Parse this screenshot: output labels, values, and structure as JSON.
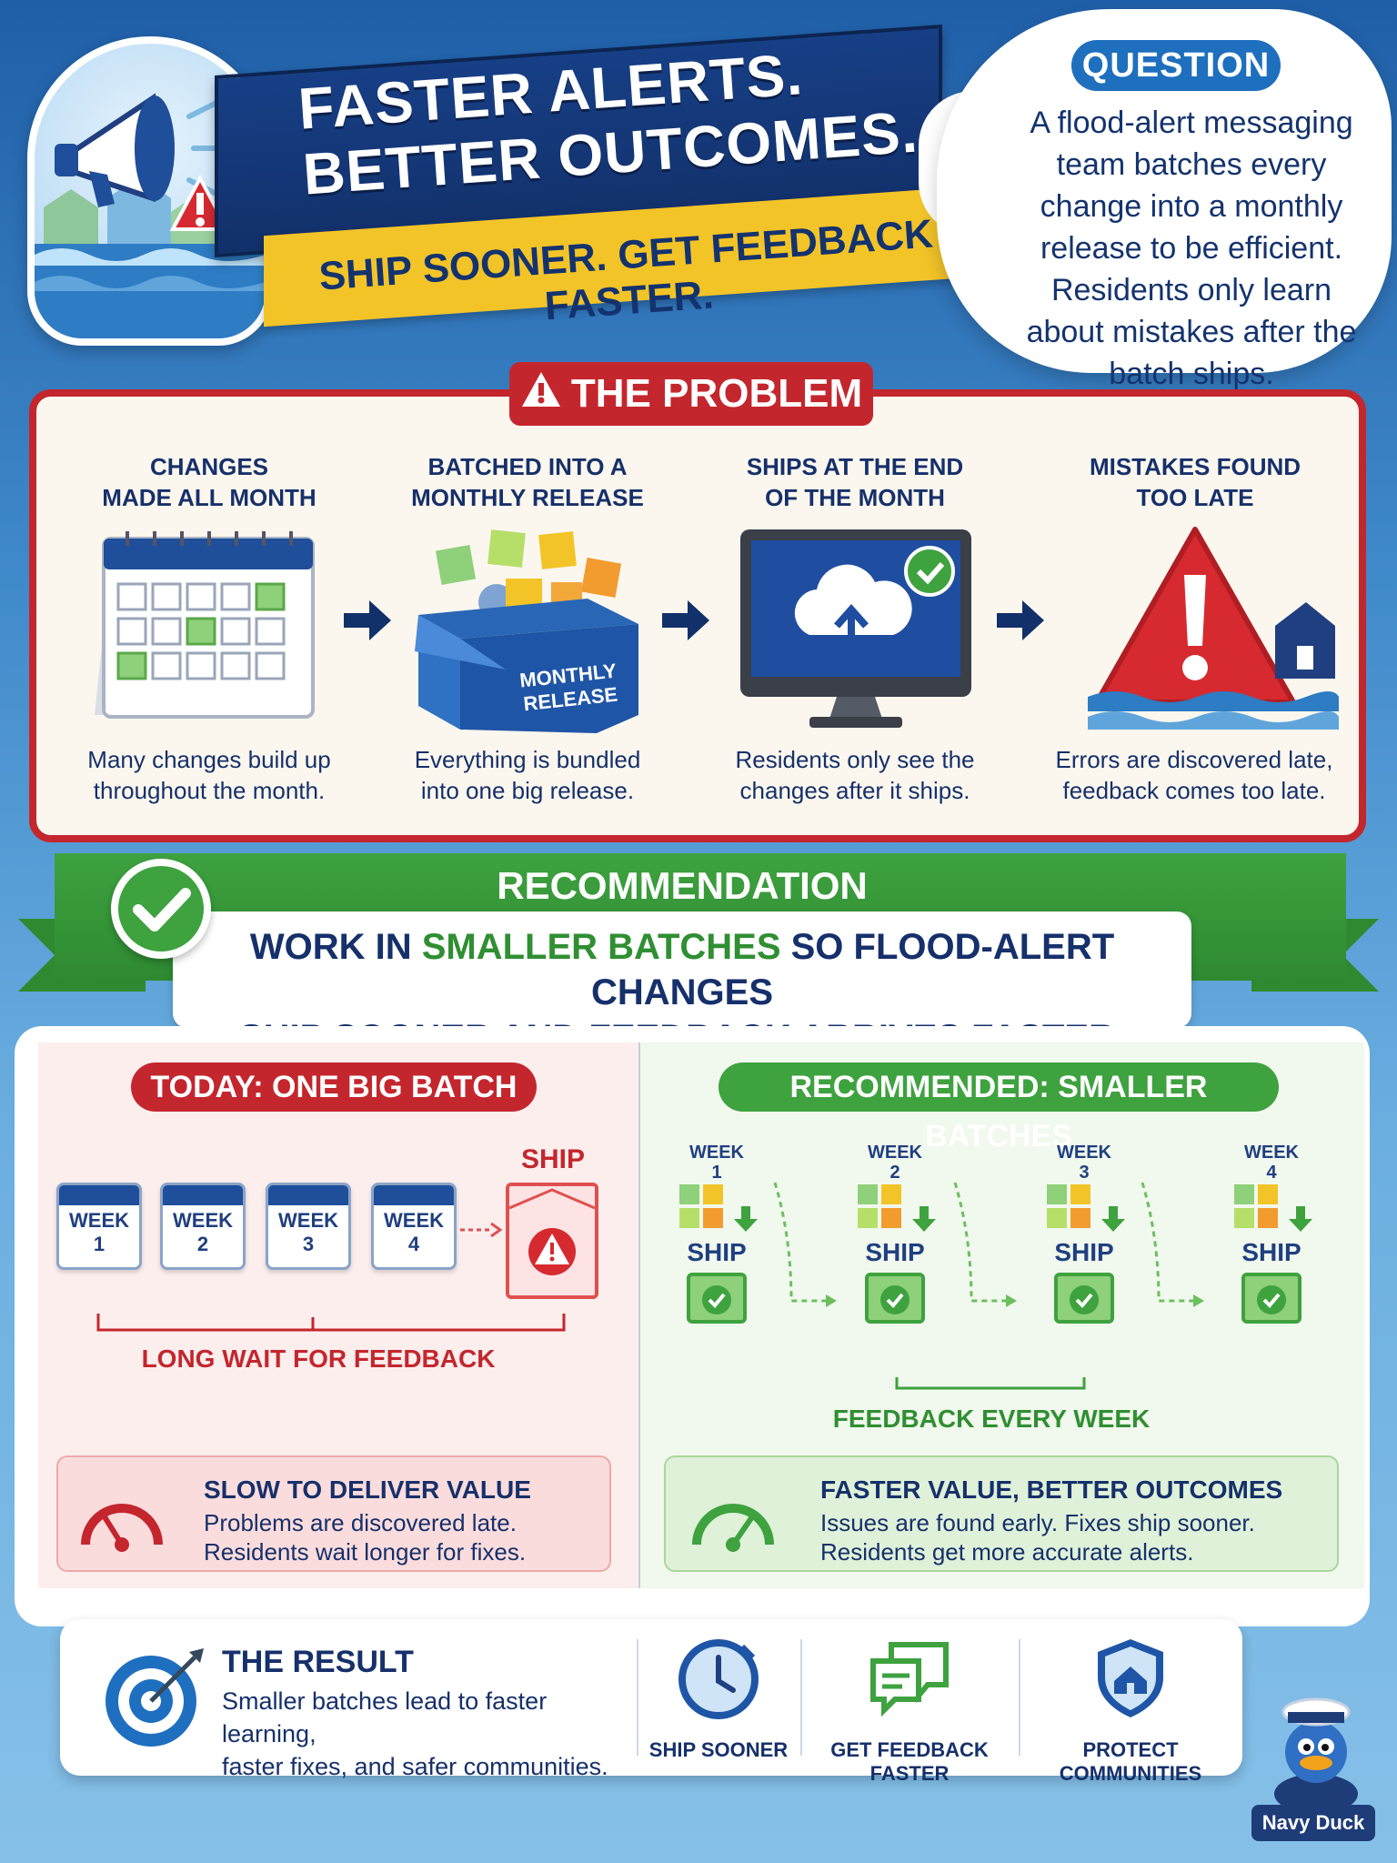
{
  "header": {
    "title_line1": "FASTER ALERTS.",
    "title_line2": "BETTER OUTCOMES.",
    "tagline": "SHIP SOONER. GET FEEDBACK FASTER."
  },
  "question": {
    "label": "QUESTION",
    "text": "A flood-alert messaging team batches every change into a monthly release to be efficient. Residents only learn about mistakes after the batch ships."
  },
  "problem": {
    "label": "THE PROBLEM",
    "steps": [
      {
        "title_line1": "CHANGES",
        "title_line2": "MADE ALL MONTH",
        "desc_line1": "Many changes build up",
        "desc_line2": "throughout the month."
      },
      {
        "title_line1": "BATCHED INTO A",
        "title_line2": "MONTHLY RELEASE",
        "desc_line1": "Everything is bundled",
        "desc_line2": "into one big release.",
        "box_label_line1": "MONTHLY",
        "box_label_line2": "RELEASE"
      },
      {
        "title_line1": "SHIPS AT THE END",
        "title_line2": "OF THE MONTH",
        "desc_line1": "Residents only see the",
        "desc_line2": "changes after it ships."
      },
      {
        "title_line1": "MISTAKES FOUND",
        "title_line2": "TOO LATE",
        "desc_line1": "Errors are discovered late,",
        "desc_line2": "feedback comes too late."
      }
    ]
  },
  "recommendation": {
    "label": "RECOMMENDATION",
    "text_pre": "WORK IN ",
    "text_highlight": "SMALLER BATCHES",
    "text_post": " SO FLOOD-ALERT CHANGES",
    "text_line2": "SHIP SOONER AND FEEDBACK ARRIVES FASTER."
  },
  "today": {
    "label": "TODAY: ONE BIG BATCH",
    "weeks": [
      {
        "line1": "WEEK",
        "line2": "1"
      },
      {
        "line1": "WEEK",
        "line2": "2"
      },
      {
        "line1": "WEEK",
        "line2": "3"
      },
      {
        "line1": "WEEK",
        "line2": "4"
      }
    ],
    "ship_label": "SHIP",
    "wait_label": "LONG WAIT FOR FEEDBACK",
    "info_title": "SLOW TO DELIVER VALUE",
    "info_line1": "Problems are discovered late.",
    "info_line2": "Residents wait longer for fixes."
  },
  "recommended": {
    "label": "RECOMMENDED: SMALLER BATCHES",
    "weeks": [
      {
        "line1": "WEEK",
        "line2": "1",
        "ship": "SHIP"
      },
      {
        "line1": "WEEK",
        "line2": "2",
        "ship": "SHIP"
      },
      {
        "line1": "WEEK",
        "line2": "3",
        "ship": "SHIP"
      },
      {
        "line1": "WEEK",
        "line2": "4",
        "ship": "SHIP"
      }
    ],
    "feedback_label": "FEEDBACK EVERY WEEK",
    "info_title": "FASTER VALUE, BETTER OUTCOMES",
    "info_line1": "Issues are found early. Fixes ship sooner.",
    "info_line2": "Residents get more accurate alerts."
  },
  "result": {
    "title": "THE RESULT",
    "text_line1": "Smaller batches lead to faster learning,",
    "text_line2": "faster fixes, and safer communities.",
    "items": [
      "SHIP SOONER",
      "GET FEEDBACK FASTER",
      "PROTECT COMMUNITIES"
    ]
  },
  "mascot": {
    "label": "Navy Duck"
  },
  "colors": {
    "navy": "#16306b",
    "red": "#c4262e",
    "green": "#3ea23f",
    "yellow": "#f3c428",
    "blue": "#1e6fbd"
  }
}
